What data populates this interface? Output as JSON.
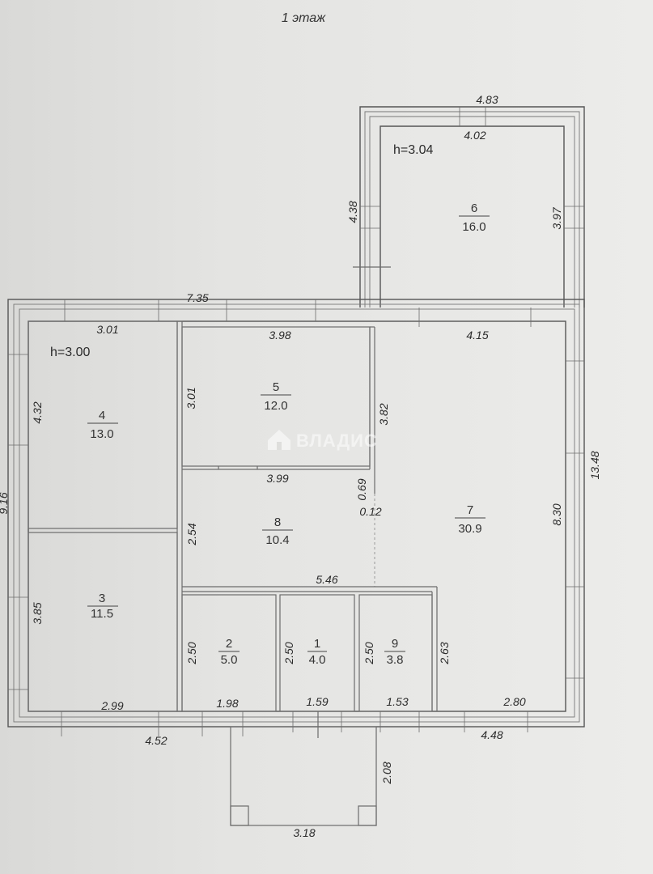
{
  "floor_title": "1 этаж",
  "watermark": "ВЛАДИС",
  "heights": [
    "h=3.04",
    "h=3.00"
  ],
  "rooms": [
    {
      "num": "1",
      "area": "4.0"
    },
    {
      "num": "2",
      "area": "5.0"
    },
    {
      "num": "3",
      "area": "11.5"
    },
    {
      "num": "4",
      "area": "13.0"
    },
    {
      "num": "5",
      "area": "12.0"
    },
    {
      "num": "6",
      "area": "16.0"
    },
    {
      "num": "7",
      "area": "30.9"
    },
    {
      "num": "8",
      "area": "10.4"
    },
    {
      "num": "9",
      "area": "3.8"
    }
  ],
  "dimensions": [
    "4.83",
    "4.02",
    "4.38",
    "3.97",
    "7.35",
    "3.01",
    "3.98",
    "4.15",
    "4.32",
    "3.01",
    "3.82",
    "13.48",
    "3.99",
    "0.69",
    "0.12",
    "2.54",
    "8.30",
    "5.46",
    "3.85",
    "2.50",
    "2.50",
    "2.50",
    "2.63",
    "2.99",
    "1.98",
    "1.59",
    "1.53",
    "2.80",
    "4.52",
    "4.48",
    "2.08",
    "3.18",
    "9.16"
  ]
}
